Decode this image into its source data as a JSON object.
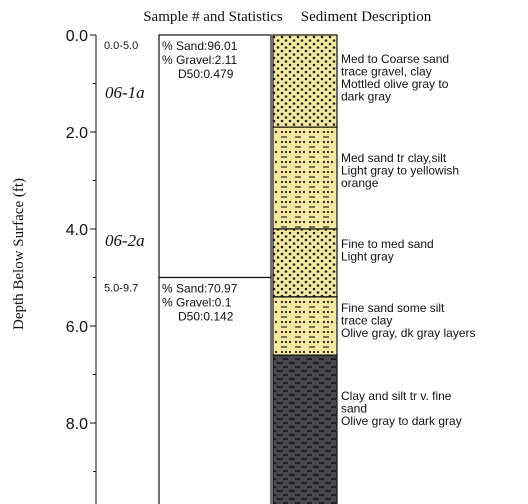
{
  "headers": {
    "left": "Sample # and Statistics",
    "right": "Sediment Description"
  },
  "y_axis": {
    "label": "Depth Below Surface (ft)",
    "range": [
      0,
      9.9
    ],
    "ticks": [
      {
        "value": 0,
        "label": "0.0"
      },
      {
        "value": 2,
        "label": "2.0"
      },
      {
        "value": 4,
        "label": "4.0"
      },
      {
        "value": 6,
        "label": "6.0"
      },
      {
        "value": 8,
        "label": "8.0"
      }
    ]
  },
  "samples": [
    {
      "id": "06-1a",
      "interval_label": "0.0-5.0",
      "top": 0.0,
      "bottom": 5.0,
      "stats": [
        "% Sand:96.01",
        "% Gravel:2.11",
        "D50:0.479"
      ]
    },
    {
      "id": "06-2a",
      "interval_label": "5.0-9.7",
      "top": 5.0,
      "bottom": 9.9,
      "stats": [
        "% Sand:70.97",
        "% Gravel:0.1",
        "D50:0.142"
      ]
    }
  ],
  "layers": [
    {
      "top": 0.0,
      "bottom": 1.9,
      "pattern": "dots",
      "color": "#f5e8a0",
      "description": [
        "Med to Coarse sand",
        "trace gravel, clay",
        "Mottled olive gray to",
        "dark gray"
      ]
    },
    {
      "top": 1.9,
      "bottom": 4.0,
      "pattern": "dotdash",
      "color": "#f5e8a0",
      "description": [
        "Med sand tr clay,silt",
        "Light gray to yellowish",
        "orange"
      ]
    },
    {
      "top": 4.0,
      "bottom": 5.4,
      "pattern": "dots",
      "color": "#f5e8a0",
      "description": [
        "Fine to med sand",
        "Light gray"
      ]
    },
    {
      "top": 5.4,
      "bottom": 6.6,
      "pattern": "dotdash",
      "color": "#f5e8a0",
      "description": [
        "Fine sand some silt",
        "trace clay",
        "Olive gray, dk gray layers"
      ]
    },
    {
      "top": 6.6,
      "bottom": 9.9,
      "pattern": "darkdash",
      "color": "#44474c",
      "description": [
        "Clay and silt tr v. fine",
        "sand",
        "Olive gray to dark gray"
      ]
    }
  ]
}
